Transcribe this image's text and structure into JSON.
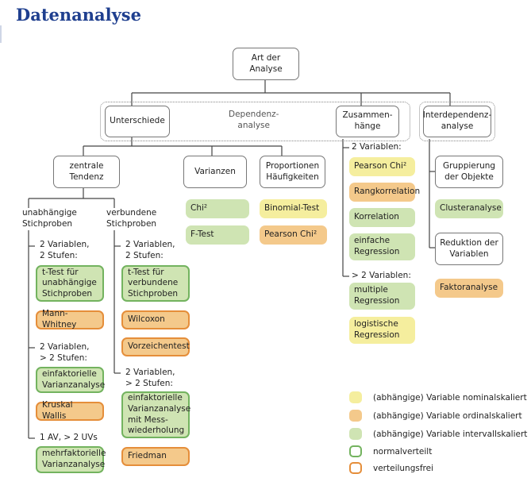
{
  "title": "Datenanalyse",
  "colors": {
    "title": "#1f3f8f",
    "nominal": "#f5ee9e",
    "ordinal": "#f4c98b",
    "interval": "#cfe4b3",
    "normal_border": "#73b35f",
    "free_border": "#e58e3a"
  },
  "nodes": {
    "root": "Art der\nAnalyse",
    "unterschiede": "Unterschiede",
    "dependenz": "Dependenz-\nanalyse",
    "zusammenhaenge": "Zusammen-\nhänge",
    "interdependenz": "Interdependenz-\nanalyse",
    "zentrale_tendenz": "zentrale\nTendenz",
    "varianzen": "Varianzen",
    "proportionen": "Proportionen\nHäufigkeiten",
    "gruppierung": "Gruppierung\nder Objekte",
    "reduktion": "Reduktion der\nVariablen"
  },
  "labels": {
    "unabhaengige": "unabhängige\nStichproben",
    "verbundene": "verbundene\nStichproben",
    "u_2v2s": "2 Variablen,\n2 Stufen:",
    "u_2vgt2s": "2 Variablen,\n> 2 Stufen:",
    "u_1av": "1 AV, > 2 UVs",
    "v_2v2s": "2 Variablen,\n2 Stufen:",
    "v_2vgt2s": "2 Variablen,\n> 2 Stufen:",
    "z_2v": "2 Variablen:",
    "z_gt2v": "> 2 Variablen:"
  },
  "methods": {
    "ttest_unabh": "t-Test für\nunabhängige\nStichproben",
    "mann_whitney": "Mann-Whitney",
    "einf_varianz": "einfaktorielle\nVarianzanalyse",
    "kruskal": "Kruskal Wallis",
    "mehrf_varianz": "mehrfaktorielle\nVarianzanalyse",
    "ttest_verb": "t-Test für\nverbundene\nStichproben",
    "wilcoxon": "Wilcoxon",
    "vorzeichentest": "Vorzeichentest",
    "einf_mess": "einfaktorielle\nVarianzanalyse\nmit Mess-\nwiederholung",
    "friedman": "Friedman",
    "chi2": "Chi²",
    "ftest": "F-Test",
    "binomial": "Binomial-Test",
    "pearson_chi_prop": "Pearson Chi²",
    "pearson_chi": "Pearson Chi²",
    "rangkorrelation": "Rangkorrelation",
    "korrelation": "Korrelation",
    "einf_regression": "einfache\nRegression",
    "mult_regression": "multiple\nRegression",
    "log_regression": "logistische\nRegression",
    "clusteranalyse": "Clusteranalyse",
    "faktoranalyse": "Faktoranalyse"
  },
  "legend": [
    "(abhängige) Variable nominalskaliert",
    "(abhängige) Variable ordinalskaliert",
    "(abhängige) Variable intervallskaliert",
    "normalverteilt",
    "verteilungsfrei"
  ]
}
